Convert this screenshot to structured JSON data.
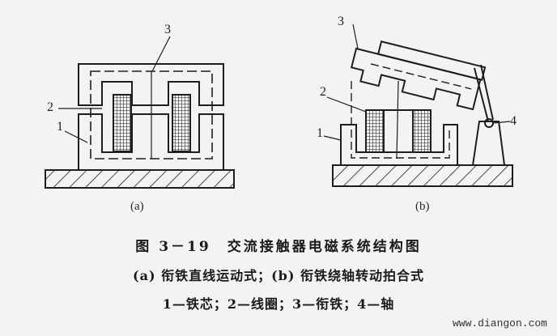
{
  "figure": {
    "diagram_a": {
      "label": "(a)",
      "callouts": [
        "1",
        "2",
        "3"
      ]
    },
    "diagram_b": {
      "label": "(b)",
      "callouts": [
        "1",
        "2",
        "3",
        "4"
      ]
    }
  },
  "caption": {
    "title": "图 3－19　交流接触器电磁系统结构图",
    "subtitle": "(a) 衔铁直线运动式；(b) 衔铁绕轴转动拍合式",
    "legend": "1—铁芯；2—线圈；3—衔铁；4—轴"
  },
  "watermark": "www.diangon.com",
  "colors": {
    "background": "#f3f3f1",
    "ink": "#1e1e1e"
  }
}
